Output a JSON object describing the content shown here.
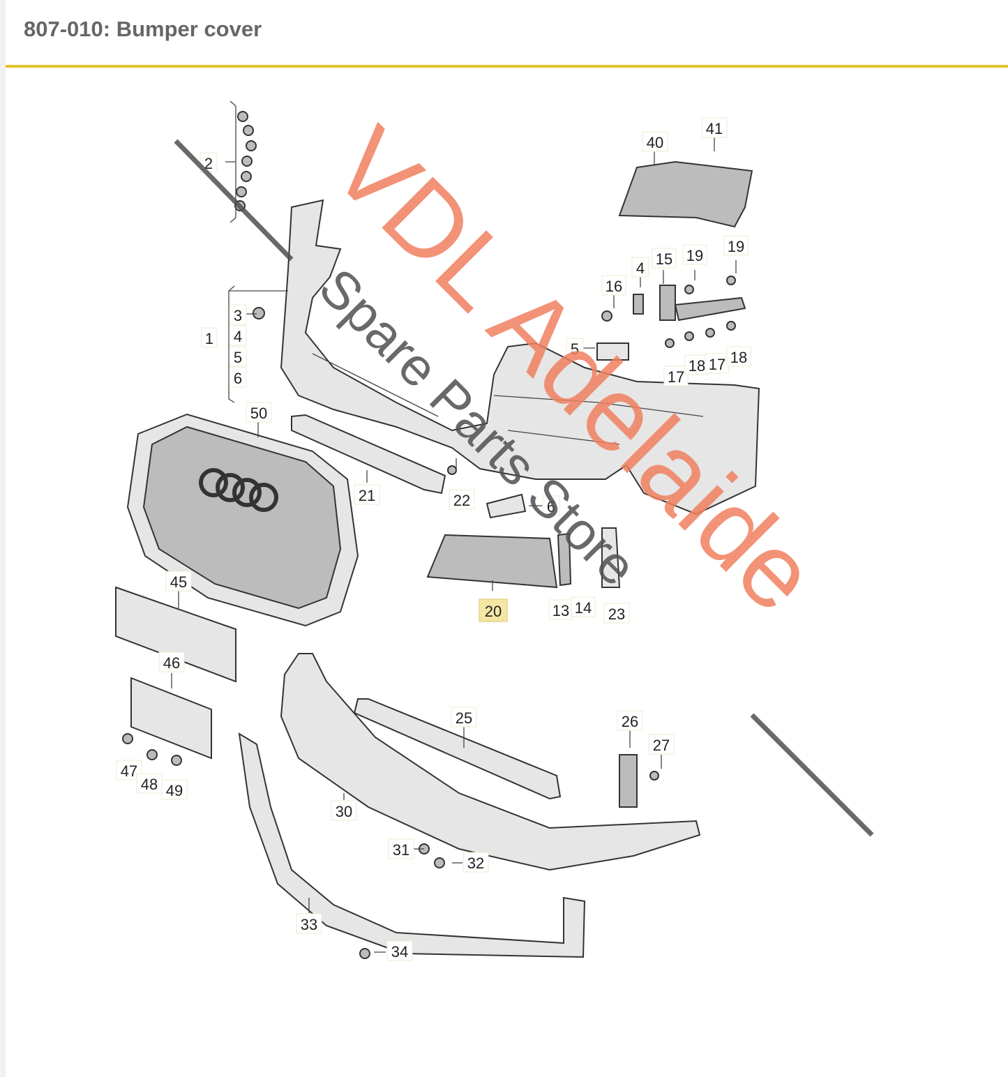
{
  "header": {
    "title": "807-010: Bumper cover"
  },
  "colors": {
    "title_text": "#666666",
    "title_rule": "#e2c22c",
    "highlight_callout": "#f4e7a3",
    "watermark_red": "#f08060",
    "watermark_grey": "#505050"
  },
  "watermark": {
    "line1": "VDL Adelaide",
    "line2": "Spare Parts Store"
  },
  "callouts": [
    "1",
    "2",
    "3",
    "4",
    "5",
    "6",
    "4",
    "5",
    "15",
    "16",
    "19",
    "19",
    "17",
    "18",
    "17",
    "18",
    "40",
    "41",
    "50",
    "21",
    "22",
    "6",
    "20",
    "13",
    "14",
    "23",
    "45",
    "46",
    "47",
    "48",
    "49",
    "25",
    "26",
    "27",
    "30",
    "31",
    "32",
    "33",
    "34"
  ],
  "highlighted_callout": "20"
}
